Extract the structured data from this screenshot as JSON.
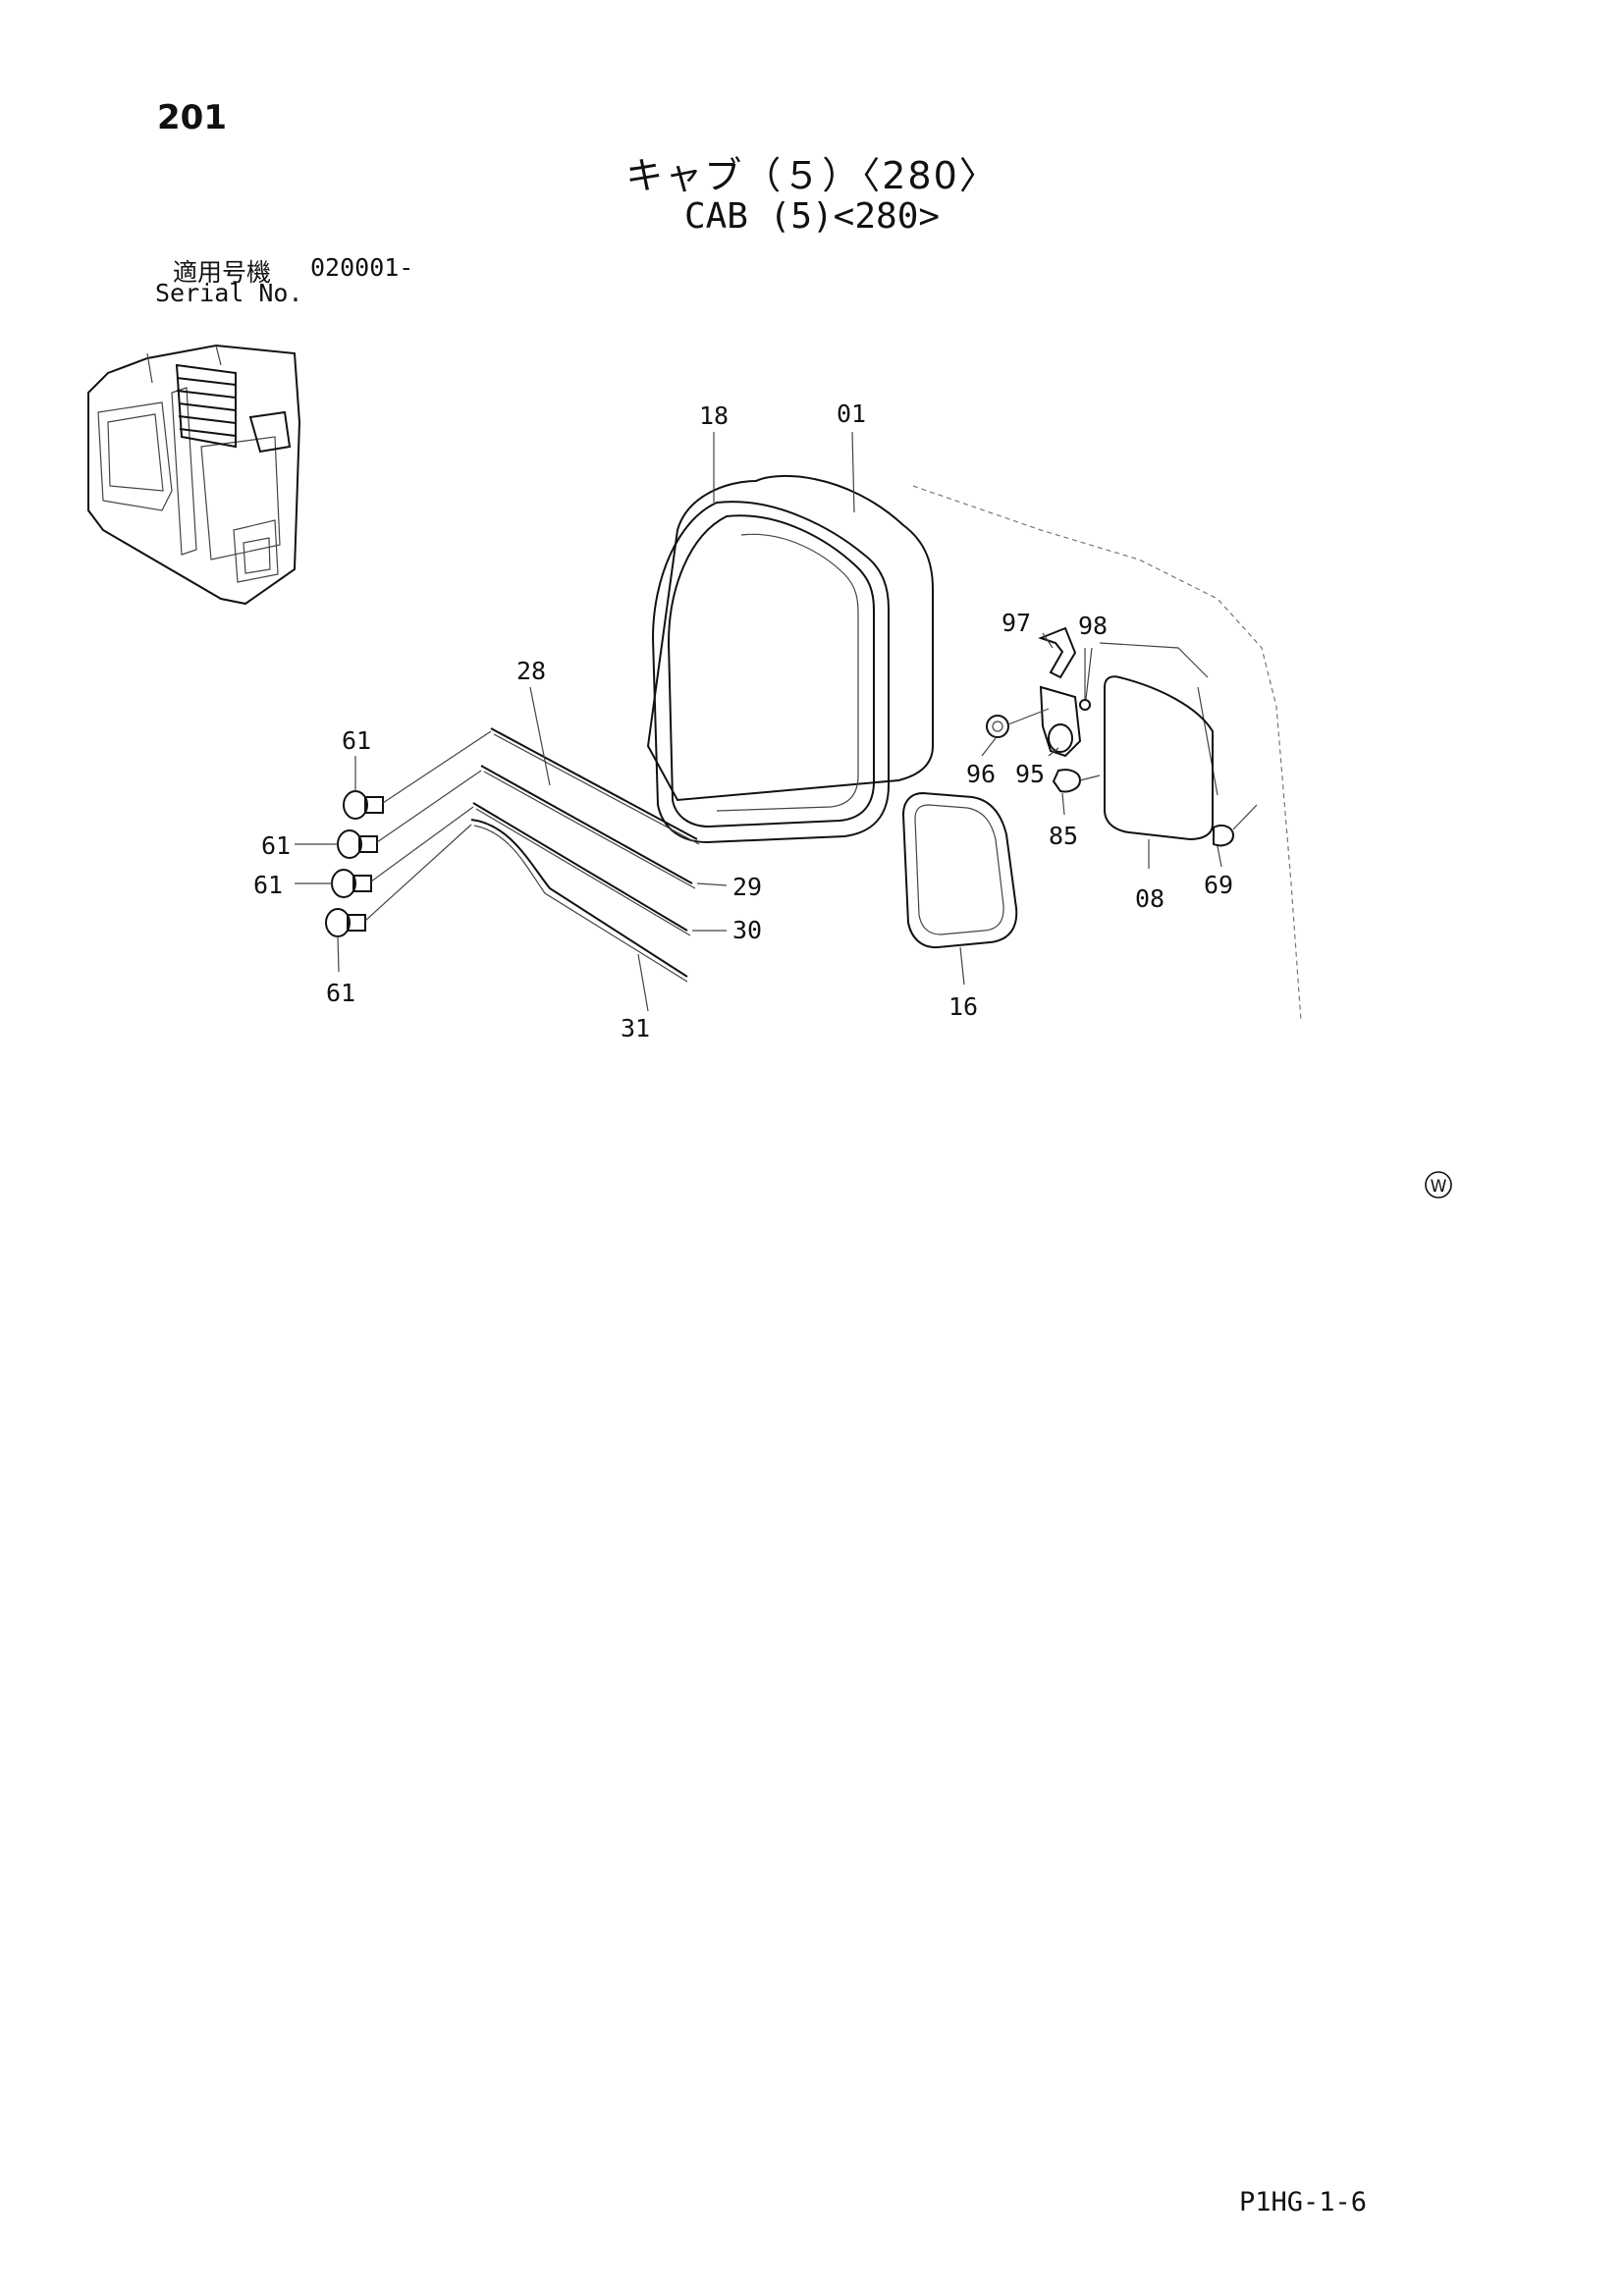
{
  "page_number": "201",
  "title_ja": "キャブ（５）〈280〉",
  "title_en": "CAB (5)<280>",
  "serial": {
    "label_ja": "適用号機",
    "value": "020001-",
    "label_en": "Serial No."
  },
  "callouts": {
    "c18": "18",
    "c01": "01",
    "c97": "97",
    "c98": "98",
    "c28": "28",
    "c61a": "61",
    "c61b": "61",
    "c61c": "61",
    "c61d": "61",
    "c96": "96",
    "c95": "95",
    "c85": "85",
    "c08": "08",
    "c69": "69",
    "c29": "29",
    "c30": "30",
    "c31": "31",
    "c16": "16"
  },
  "mark": "W",
  "doc_code": "P1HG-1-6"
}
